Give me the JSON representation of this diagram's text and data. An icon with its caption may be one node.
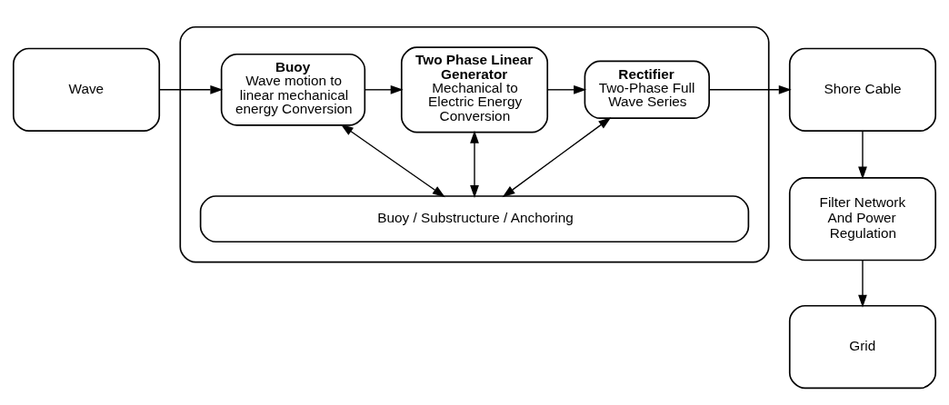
{
  "diagram": {
    "nodes": [
      {
        "text": [
          "Wave"
        ]
      },
      {
        "text": [],
        "shape": "box"
      },
      {
        "text": [
          "Buoy",
          "Wave motion to linear mechanical energy Conversion"
        ],
        "in": 1
      },
      {
        "text": [
          "Two Phase Linear Generator",
          "Mechanical to Electric Energy Conversion"
        ],
        "in": 1
      },
      {
        "text": [
          "Rectifier",
          "Two-Phase Full Wave Series"
        ],
        "in": 1
      },
      {
        "text": [
          "Buoy / Substructure / Anchoring"
        ],
        "in": 1
      },
      {
        "text": [
          "Shore Cable"
        ]
      },
      {
        "text": [
          "Filter Network And Power Regulation"
        ]
      },
      {
        "text": [
          "Grid"
        ]
      }
    ],
    "edges": [
      {
        "from": 0,
        "to": 2,
        "arrow": "to"
      },
      {
        "from": 2,
        "to": 3,
        "arrow": "to"
      },
      {
        "from": 3,
        "to": 4,
        "arrow": "to"
      },
      {
        "from": 4,
        "to": 6,
        "arrow": "to"
      },
      {
        "from": 6,
        "to": 7,
        "arrow": "to"
      },
      {
        "from": 7,
        "to": 8,
        "arrow": "to"
      },
      {
        "from": 2,
        "to": 5,
        "arrow": "both"
      },
      {
        "from": 3,
        "to": 5,
        "arrow": "both"
      },
      {
        "from": 4,
        "to": 5,
        "arrow": "both"
      }
    ]
  }
}
